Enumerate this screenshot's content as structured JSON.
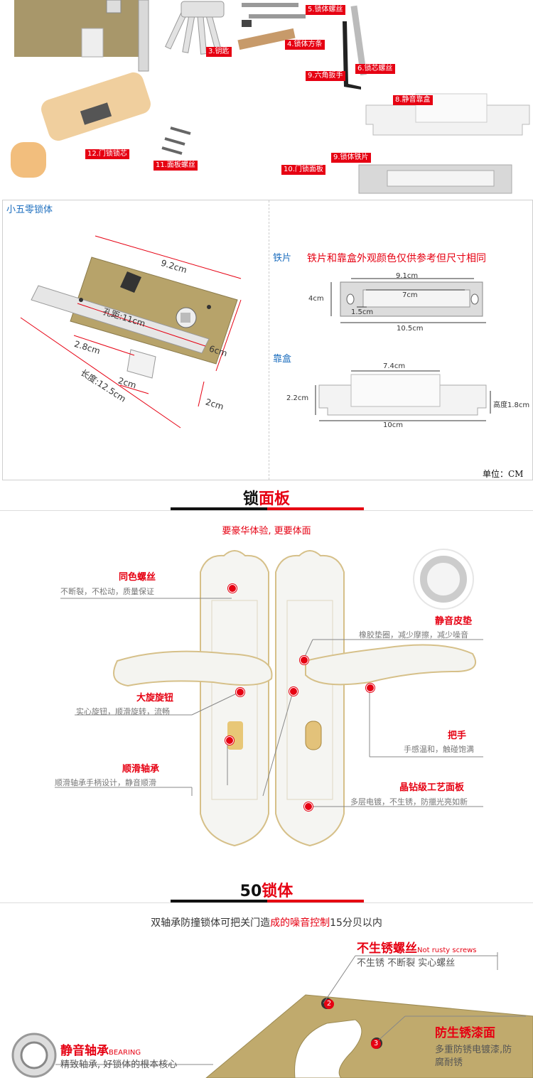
{
  "parts": {
    "labels": [
      {
        "id": "p3",
        "text": "3.钥匙"
      },
      {
        "id": "p4",
        "text": "4.锁体方条"
      },
      {
        "id": "p5",
        "text": "5.锁体螺丝"
      },
      {
        "id": "p6",
        "text": "6.锁芯螺丝"
      },
      {
        "id": "p8",
        "text": "8.静音靠盒"
      },
      {
        "id": "p9",
        "text": "9.锁体铁片"
      },
      {
        "id": "p9b",
        "text": "9.六角扳手"
      },
      {
        "id": "p10",
        "text": "10.门锁面板"
      },
      {
        "id": "p11",
        "text": "11.面板螺丝"
      },
      {
        "id": "p12",
        "text": "12.门锁锁芯"
      }
    ]
  },
  "dims": {
    "panel_title": "小五零锁体",
    "tiepian_label": "铁片",
    "note": "铁片和靠盒外观颜色仅供参考但尺寸相同",
    "kaohe_label": "靠盒",
    "unit": "单位：CM",
    "lock": {
      "w": "9.2cm",
      "hole": "孔距:11cm",
      "h": "6cm",
      "backset": "2.8cm",
      "latch": "2cm",
      "length": "长度:12.5cm",
      "face": "2cm"
    },
    "plate": {
      "w1": "9.1cm",
      "w2": "7cm",
      "h": "4cm",
      "hole": "1.5cm",
      "total": "10.5cm"
    },
    "box": {
      "w": "7.4cm",
      "h": "2.2cm",
      "total": "10cm",
      "depth": "高度1.8cm"
    }
  },
  "panel_section": {
    "title_a": "锁",
    "title_b": "面板",
    "subtitle": "要豪华体验, 更要体面",
    "callouts": {
      "screw_title": "同色螺丝",
      "screw_sub": "不断裂，不松动，质量保证",
      "knob_title": "大旋旋钮",
      "knob_sub": "实心旋钮，顺滑旋转，流畅",
      "bearing_title": "顺滑轴承",
      "bearing_sub": "顺滑轴承手柄设计，静音顺滑",
      "pad_title": "静音皮垫",
      "pad_sub": "橡胶垫圈，减少摩擦，减少噪音",
      "handle_title": "把手",
      "handle_sub": "手感温和，触碰饱满",
      "plate_title": "晶钻级工艺面板",
      "plate_sub": "多层电镀，不生锈，防擸光亮如新"
    }
  },
  "body_section": {
    "title_a": "50",
    "title_b": "锁体",
    "subtitle_a": "双轴承防撞锁体可把关门造",
    "subtitle_b": "成的噪音控制",
    "subtitle_c": "15分贝以内",
    "callouts": {
      "screw_title": "不生锈螺丝",
      "screw_en": "Not rusty screws",
      "screw_sub": "不生锈 不断裂 实心螺丝",
      "paint_title": "防生锈漆面",
      "paint_sub1": "多重防锈电镀漆,防",
      "paint_sub2": "腐耐锈",
      "bearing_title": "静音轴承",
      "bearing_en": "BEARING",
      "bearing_sub": "精致轴承, 好锁体的根本核心",
      "n2": "2",
      "n3": "3"
    }
  },
  "colors": {
    "accent": "#e60012",
    "gold": "#b7a36a",
    "black": "#111111"
  }
}
